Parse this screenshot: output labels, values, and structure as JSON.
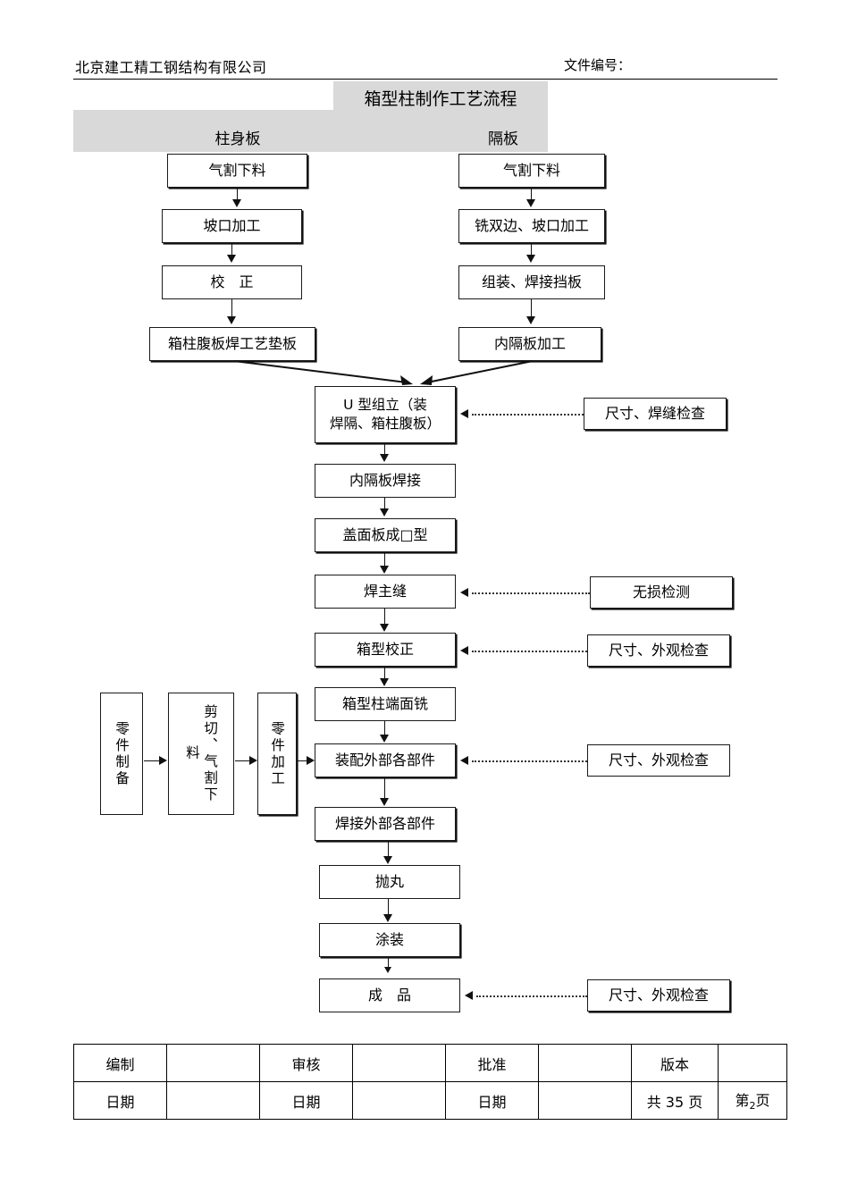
{
  "header": {
    "company": "北京建工精工钢结构有限公司",
    "doc_no_label": "文件编号："
  },
  "banner": {
    "title": "箱型柱制作工艺流程",
    "column_left": "柱身板",
    "column_right": "隔板"
  },
  "flow": {
    "left_column": [
      {
        "label": "气割下料"
      },
      {
        "label": "坡口加工"
      },
      {
        "label": "校　正"
      },
      {
        "label": "箱柱腹板焊工艺垫板"
      }
    ],
    "right_column": [
      {
        "label": "气割下料"
      },
      {
        "label": "铣双边、坡口加工"
      },
      {
        "label": "组装、焊接挡板"
      },
      {
        "label": "内隔板加工"
      }
    ],
    "main_column": [
      {
        "label_line1": "U 型组立（装",
        "label_line2": "焊隔、箱柱腹板）"
      },
      {
        "label": "内隔板焊接"
      },
      {
        "label": "盖面板成□型"
      },
      {
        "label": "焊主缝"
      },
      {
        "label": "箱型校正"
      },
      {
        "label": "箱型柱端面铣"
      },
      {
        "label": "装配外部各部件"
      },
      {
        "label": "焊接外部各部件"
      },
      {
        "label": "抛丸"
      },
      {
        "label": "涂装"
      },
      {
        "label": "成　品"
      }
    ],
    "parts_branch": [
      {
        "label": "零件制备"
      },
      {
        "label": "剪切、气割下料"
      },
      {
        "label": "零件加工"
      }
    ],
    "inspections": [
      {
        "label": "尺寸、焊缝检查"
      },
      {
        "label": "无损检测"
      },
      {
        "label": "尺寸、外观检查"
      },
      {
        "label": "尺寸、外观检查"
      },
      {
        "label": "尺寸、外观检查"
      }
    ]
  },
  "footer_table": {
    "row1": {
      "c1": "编制",
      "c2": "",
      "c3": "审核",
      "c4": "",
      "c5": "批准",
      "c6": "",
      "c7": "版本",
      "c8": ""
    },
    "row2": {
      "c1": "日期",
      "c2": "",
      "c3": "日期",
      "c4": "",
      "c5": "日期",
      "c6": "",
      "total_pages_prefix": "共 35 页",
      "current_page_prefix": "第",
      "current_page_number": "2",
      "current_page_suffix": "页"
    }
  },
  "colors": {
    "band": "#d9d9d9",
    "line": "#111111",
    "text": "#000000"
  }
}
